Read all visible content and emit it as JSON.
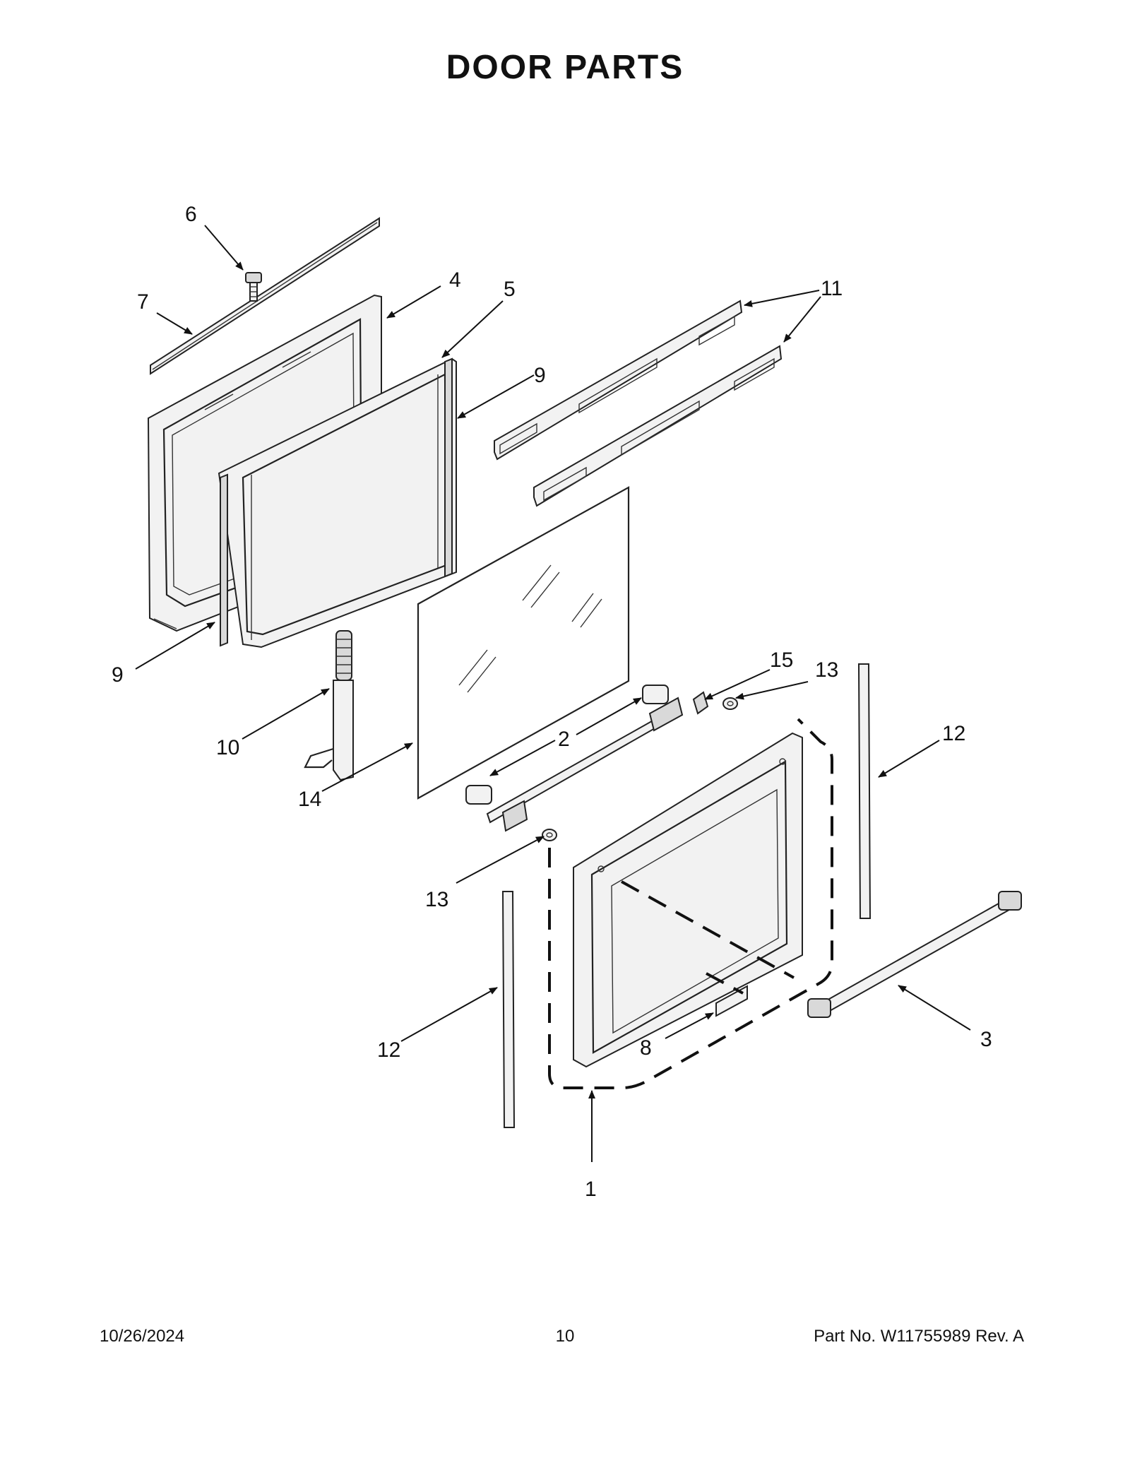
{
  "title": "DOOR PARTS",
  "callouts": {
    "c1": "1",
    "c2": "2",
    "c3": "3",
    "c4": "4",
    "c5": "5",
    "c6": "6",
    "c7": "7",
    "c8": "8",
    "c9a": "9",
    "c9b": "9",
    "c10": "10",
    "c11": "11",
    "c12a": "12",
    "c12b": "12",
    "c13a": "13",
    "c13b": "13",
    "c14": "14",
    "c15": "15"
  },
  "footer": {
    "date": "10/26/2024",
    "page": "10",
    "part_no": "Part No.  W11755989  Rev.  A"
  }
}
